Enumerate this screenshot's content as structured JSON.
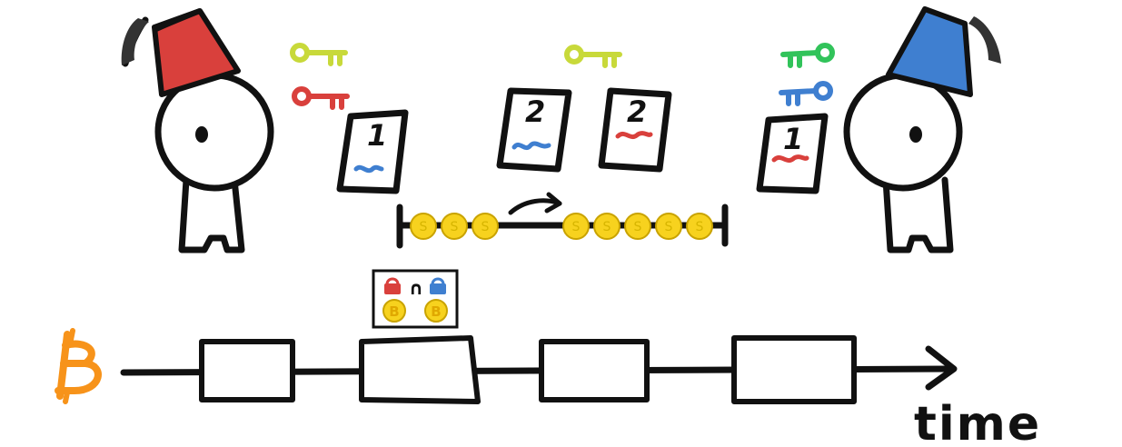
{
  "colors": {
    "ink": "#111111",
    "red": "#d9403c",
    "blue": "#3f7fd0",
    "yellow": "#c8d93a",
    "green": "#31c35a",
    "coin": "#f7d21e",
    "bitcoin": "#f7931a"
  },
  "participants": [
    {
      "name": "left-person",
      "hat_color": "red"
    },
    {
      "name": "right-person",
      "hat_color": "blue"
    }
  ],
  "keys": [
    {
      "owner": "left",
      "color": "yellow"
    },
    {
      "owner": "left",
      "color": "red"
    },
    {
      "owner": "center",
      "color": "yellow"
    },
    {
      "owner": "right",
      "color": "green"
    },
    {
      "owner": "right",
      "color": "blue"
    }
  ],
  "cards": [
    {
      "number": "1",
      "mark": "blue"
    },
    {
      "number": "2",
      "mark": "blue"
    },
    {
      "number": "2",
      "mark": "red"
    },
    {
      "number": "1",
      "mark": "red"
    }
  ],
  "channel": {
    "coin_glyph": "S",
    "left_coins": 3,
    "right_coins": 5
  },
  "funding_box": {
    "operator": "∩",
    "lock_colors": [
      "red",
      "blue"
    ],
    "coin_glyph": "B"
  },
  "timeline": {
    "icon": "bitcoin-icon",
    "label": "time",
    "blocks": 4
  }
}
